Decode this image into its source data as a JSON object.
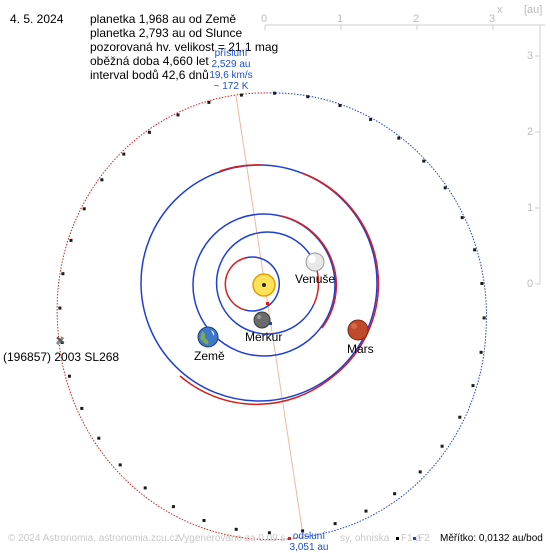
{
  "date": "4. 5. 2024",
  "info_lines": [
    "planetka 1,968 au od Země",
    "planetka 2,793 au od Slunce",
    "pozorovaná hv. velikost = 21,1 mag",
    "oběžná doba 4,660 let",
    "interval bodů 42,6 dnů"
  ],
  "perihelion": {
    "label": "přísluní",
    "distance": "2,529 au",
    "speed": "19,6 km/s",
    "time": "~ 172 K"
  },
  "aphelion": {
    "label": "odsluní",
    "distance": "3,051 au"
  },
  "asteroid_name": "(196857) 2003 SL268",
  "planets": {
    "venus": "Venuše",
    "mercury": "Merkur",
    "earth": "Země",
    "mars": "Mars"
  },
  "axis": {
    "x_label": "x",
    "unit": "[au]",
    "x_ticks": [
      "0",
      "1",
      "2",
      "3"
    ],
    "y_ticks": [
      "3",
      "2",
      "1",
      "0"
    ]
  },
  "footer": {
    "copyright": "© 2024 Astronomia, astronomia.zcu.cz",
    "render_time": "Vygenerováno za 0,09 s",
    "legend_mid": "sy, ohniska",
    "legend_f1": "F1 a",
    "legend_f2": "F2",
    "scale": "Měřítko: 0,0132 au/bod"
  },
  "colors": {
    "orbit_blue": "#1e3fd6",
    "orbit_red": "#d81e1e",
    "sun": "#f7c600",
    "mars": "#c0442a",
    "venus": "#e6e6e6",
    "earth": "#3b6fc2",
    "mercury": "#6e6e6e",
    "axis_gray": "#c8c8c8",
    "node_line": "#f0b8a0"
  }
}
